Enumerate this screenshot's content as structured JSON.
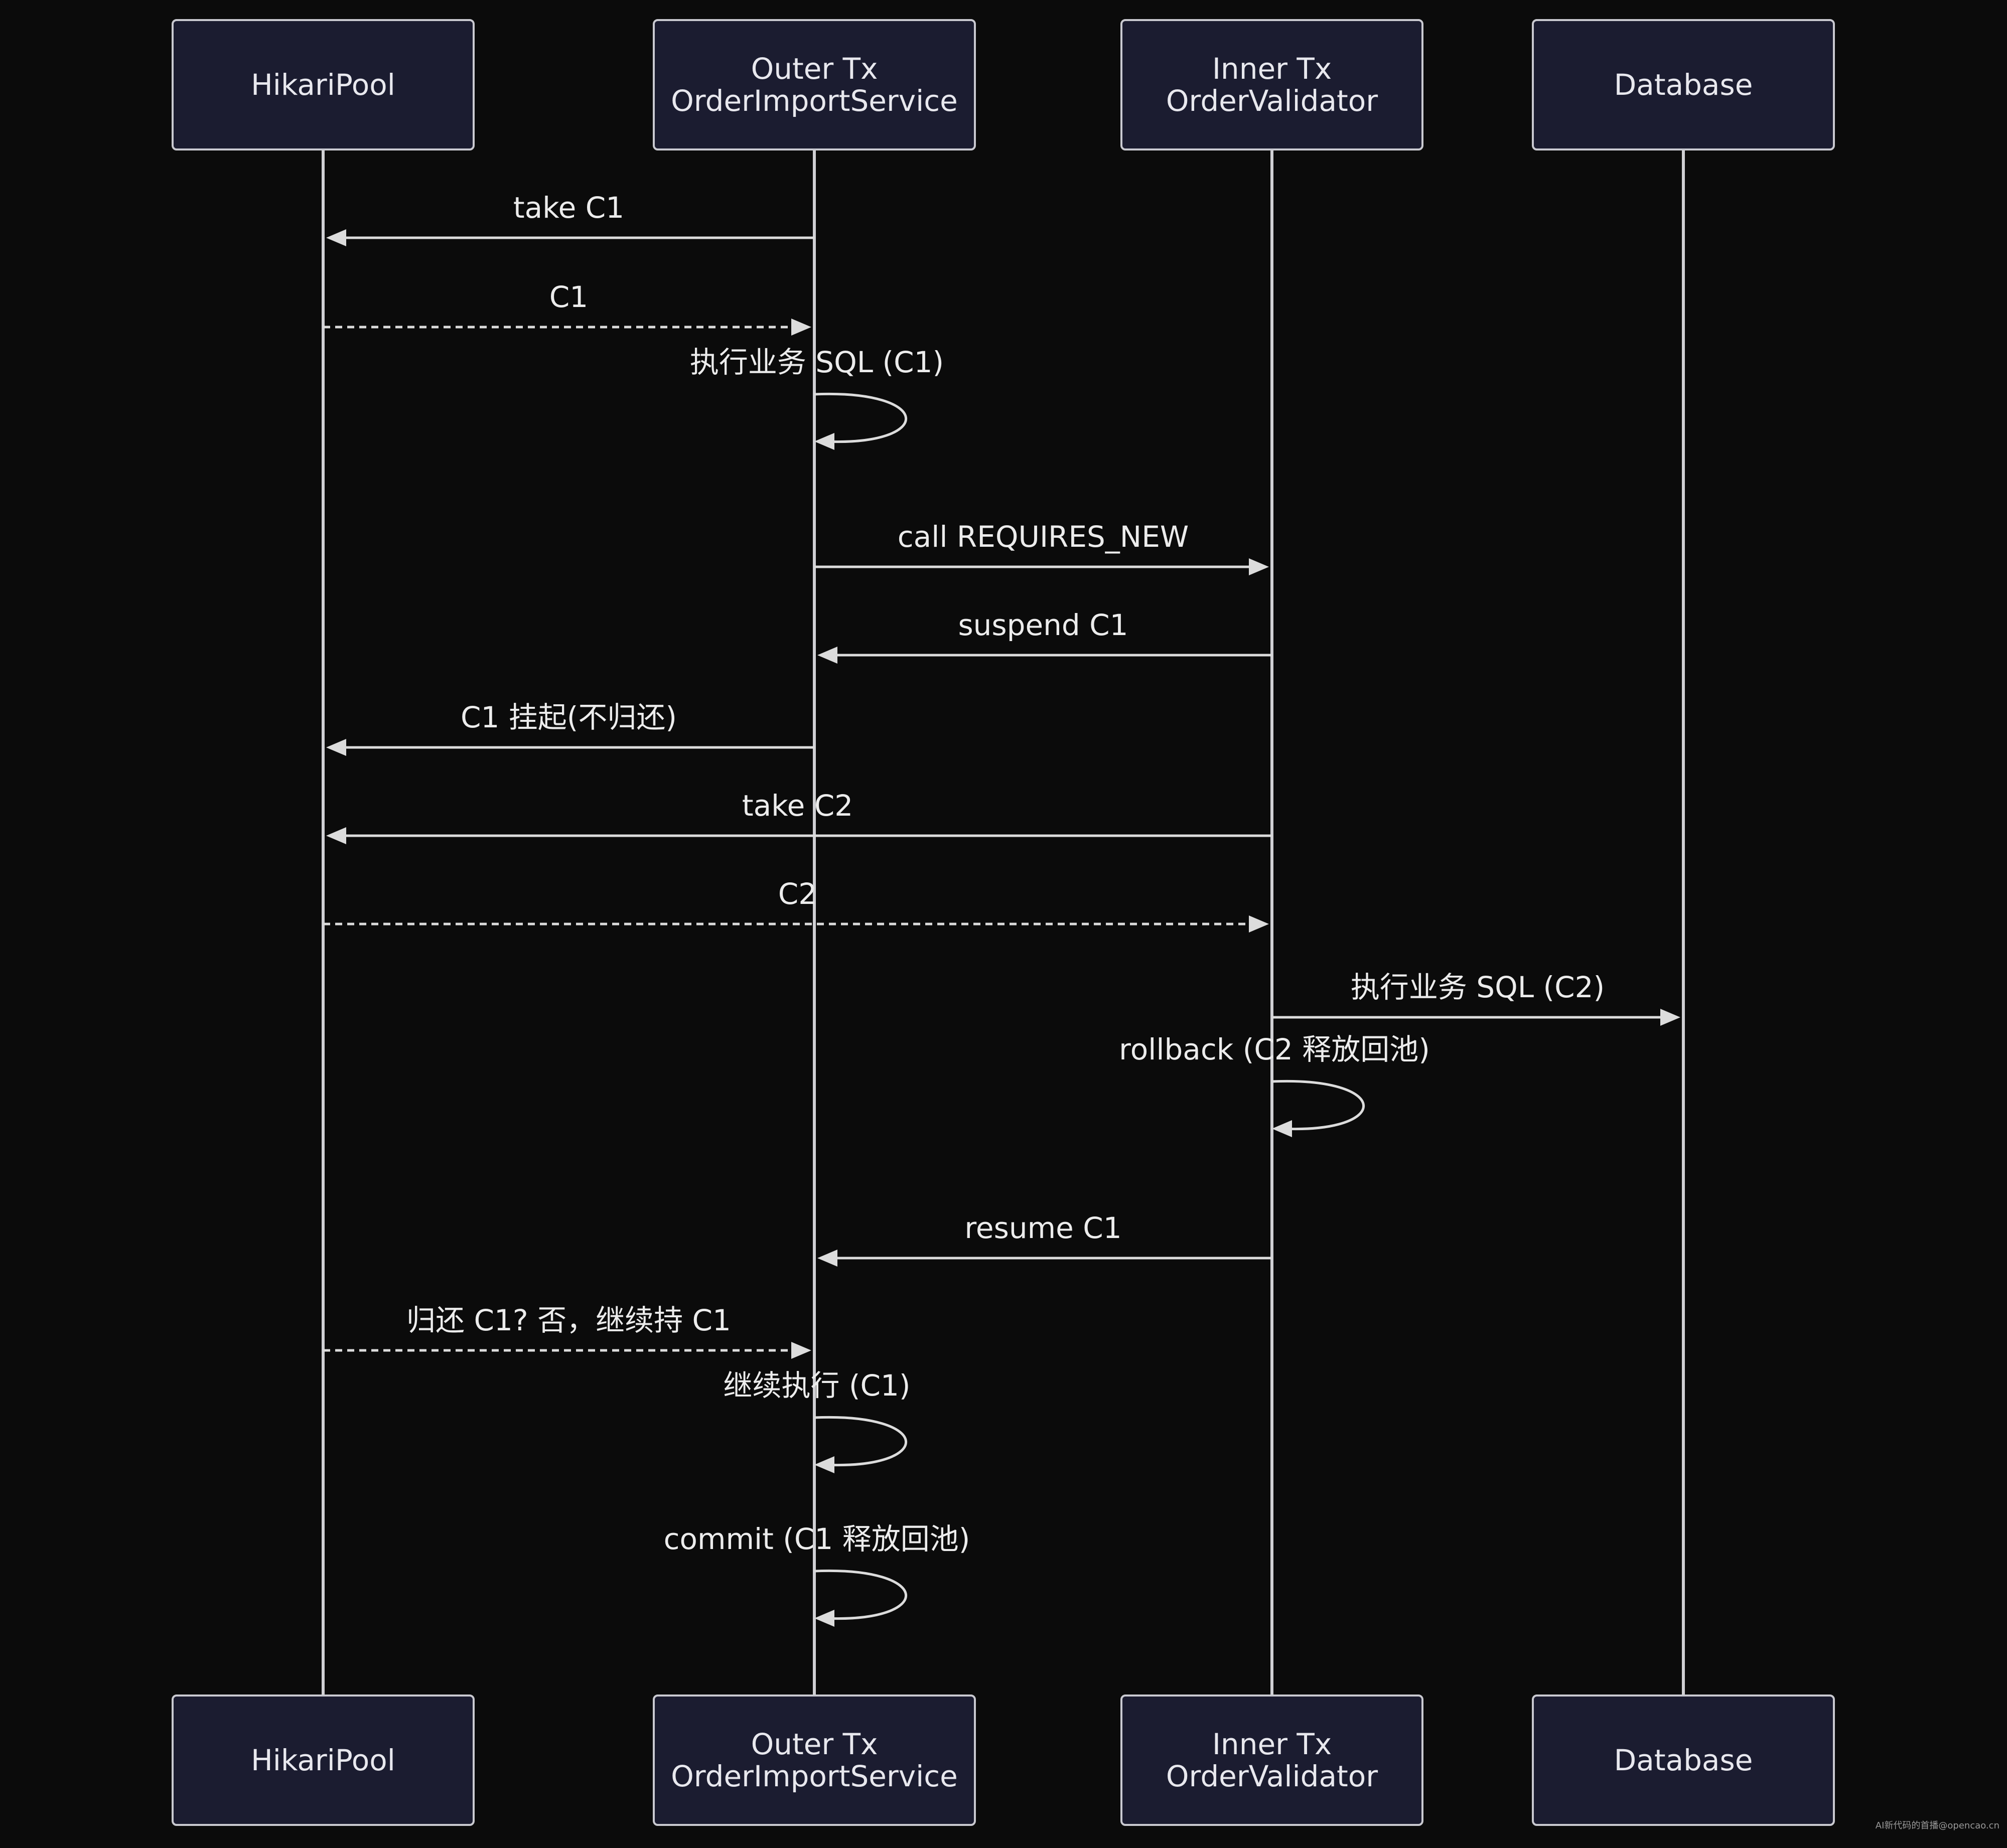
{
  "participants": [
    {
      "id": "pool",
      "lines": [
        "HikariPool"
      ]
    },
    {
      "id": "outer",
      "lines": [
        "Outer Tx",
        "OrderImportService"
      ]
    },
    {
      "id": "inner",
      "lines": [
        "Inner Tx",
        "OrderValidator"
      ]
    },
    {
      "id": "db",
      "lines": [
        "Database"
      ]
    }
  ],
  "messages": [
    {
      "from": "outer",
      "to": "pool",
      "label": "take C1",
      "style": "solid"
    },
    {
      "from": "pool",
      "to": "outer",
      "label": "C1",
      "style": "dashed"
    },
    {
      "from": "outer",
      "to": "outer",
      "label": "执行业务 SQL (C1)",
      "style": "solid"
    },
    {
      "from": "outer",
      "to": "inner",
      "label": "call REQUIRES_NEW",
      "style": "solid"
    },
    {
      "from": "inner",
      "to": "outer",
      "label": "suspend C1",
      "style": "solid"
    },
    {
      "from": "outer",
      "to": "pool",
      "label": "C1 挂起(不归还)",
      "style": "solid"
    },
    {
      "from": "inner",
      "to": "pool",
      "label": "take C2",
      "style": "solid"
    },
    {
      "from": "pool",
      "to": "inner",
      "label": "C2",
      "style": "dashed"
    },
    {
      "from": "inner",
      "to": "db",
      "label": "执行业务 SQL (C2)",
      "style": "solid"
    },
    {
      "from": "inner",
      "to": "inner",
      "label": "rollback (C2 释放回池)",
      "style": "solid"
    },
    {
      "from": "inner",
      "to": "outer",
      "label": "resume C1",
      "style": "solid"
    },
    {
      "from": "pool",
      "to": "outer",
      "label": "归还 C1? 否，继续持 C1",
      "style": "dashed"
    },
    {
      "from": "outer",
      "to": "outer",
      "label": "继续执行 (C1)",
      "style": "solid"
    },
    {
      "from": "outer",
      "to": "outer",
      "label": "commit (C1 释放回池)",
      "style": "solid"
    }
  ],
  "watermark": "AI新代码的首播@opencao.cn",
  "colors": {
    "background": "#0b0b0b",
    "actor_fill": "#1b1c30",
    "actor_stroke": "#c9c9d0",
    "line": "#dcdcdc",
    "text": "#ececec"
  }
}
